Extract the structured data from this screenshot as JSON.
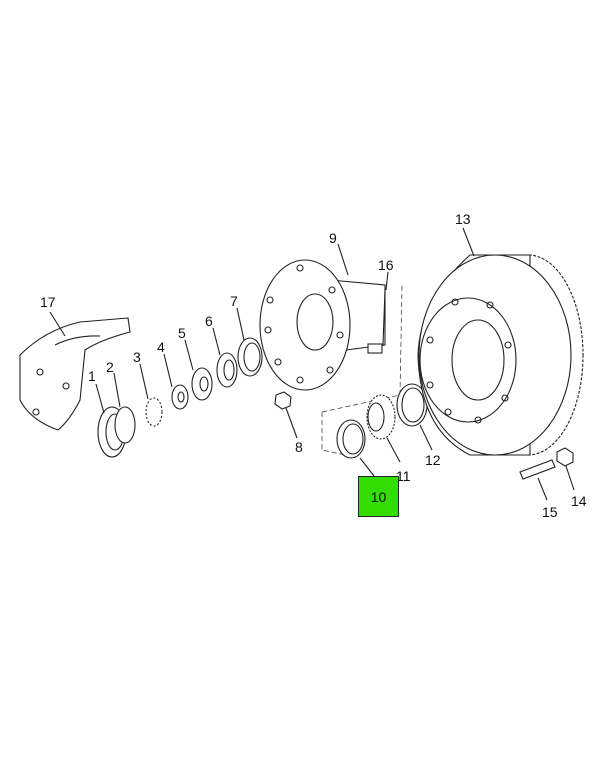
{
  "diagram": {
    "highlight_color": "#33dd00",
    "highlighted_part": "10",
    "callouts": [
      "1",
      "2",
      "3",
      "4",
      "5",
      "6",
      "7",
      "8",
      "9",
      "11",
      "12",
      "13",
      "14",
      "15",
      "16",
      "17"
    ]
  }
}
